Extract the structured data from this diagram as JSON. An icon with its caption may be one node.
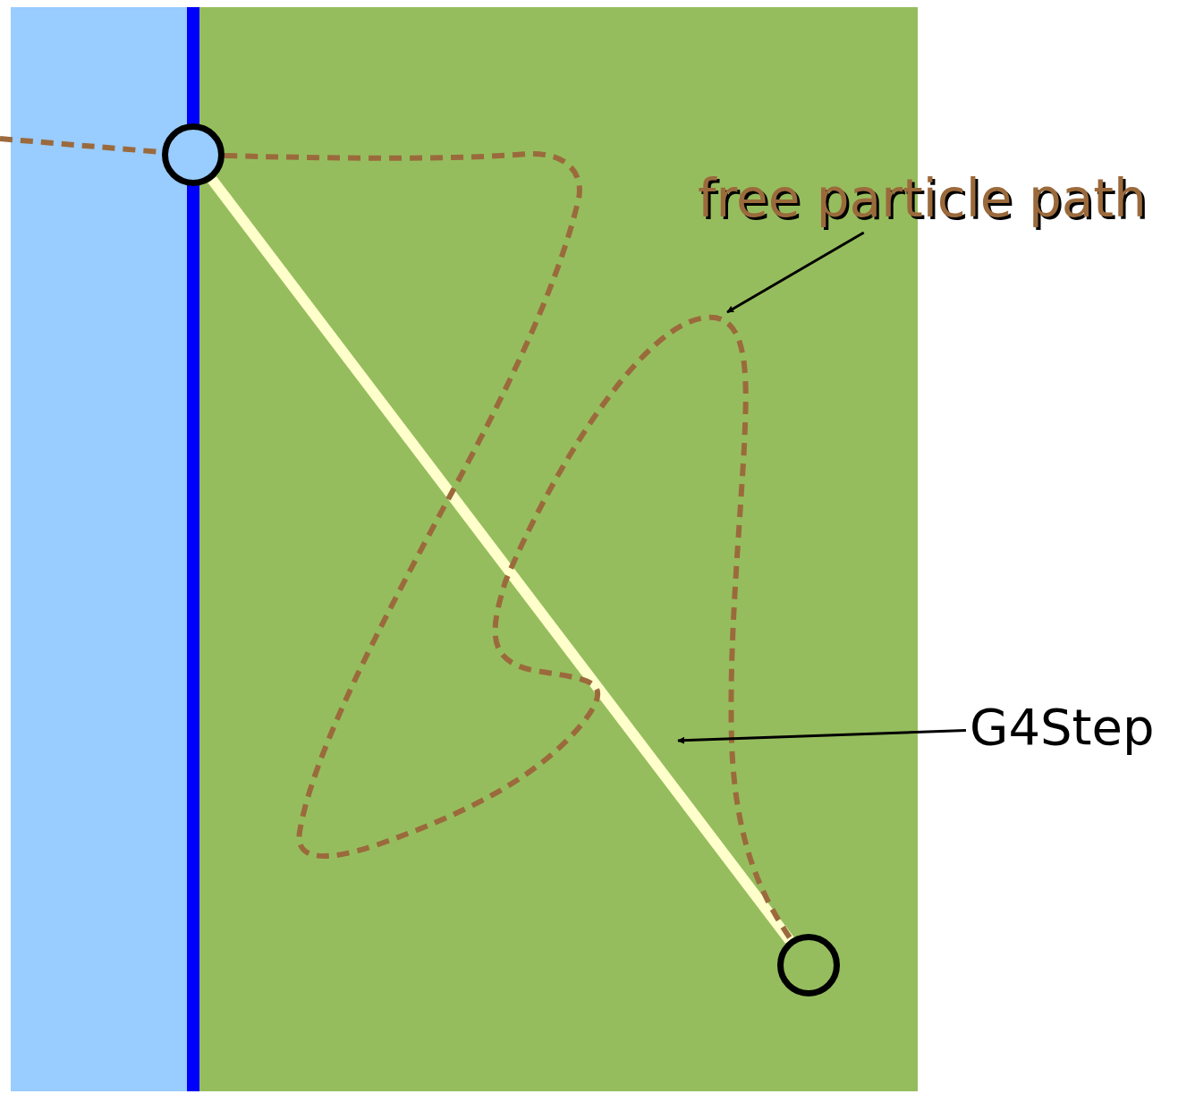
{
  "diagram": {
    "nodes": [
      {
        "text": [
          "free particle path"
        ]
      },
      {
        "text": [
          "G4Step"
        ]
      },
      {
        "text": [],
        "shape": "circle"
      },
      {
        "text": [],
        "shape": "circle"
      }
    ],
    "edges": [
      {
        "from": 2,
        "to": 3,
        "arrow": "none",
        "style": "thick",
        "color": "#ffffcc"
      },
      {
        "from": null,
        "to": 2,
        "arrow": "none",
        "style": "dashed",
        "color": "#9b6a3c"
      },
      {
        "from": 2,
        "to": 3,
        "arrow": "none",
        "style": "dashed",
        "color": "#9b6a3c"
      },
      {
        "from": 0,
        "to": null,
        "arrow": "to",
        "color": "#000000"
      },
      {
        "from": 1,
        "to": null,
        "arrow": "to",
        "color": "#000000"
      }
    ]
  }
}
